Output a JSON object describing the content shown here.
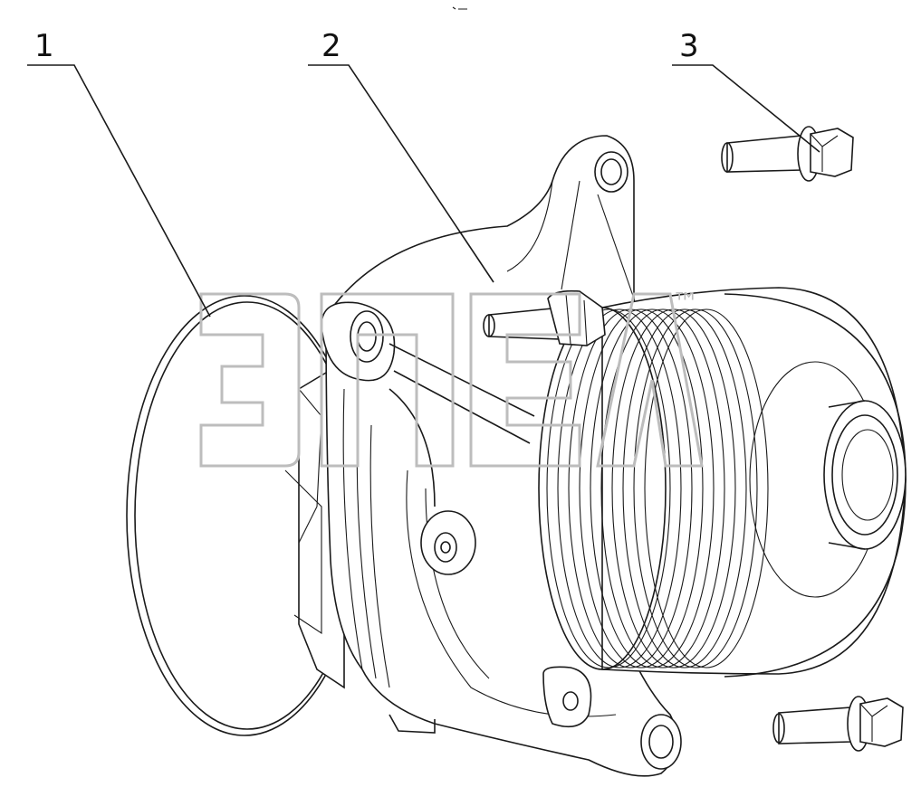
{
  "callouts": [
    {
      "number": "1",
      "part": "gasket-ring"
    },
    {
      "number": "2",
      "part": "pump-housing"
    },
    {
      "number": "3",
      "part": "flange-bolt"
    }
  ],
  "watermark": {
    "text": "ЭПЕЛ",
    "trademark": "™"
  },
  "colors": {
    "line": "#1a1a1a",
    "watermark": "#bdbdbd",
    "background": "#ffffff"
  }
}
